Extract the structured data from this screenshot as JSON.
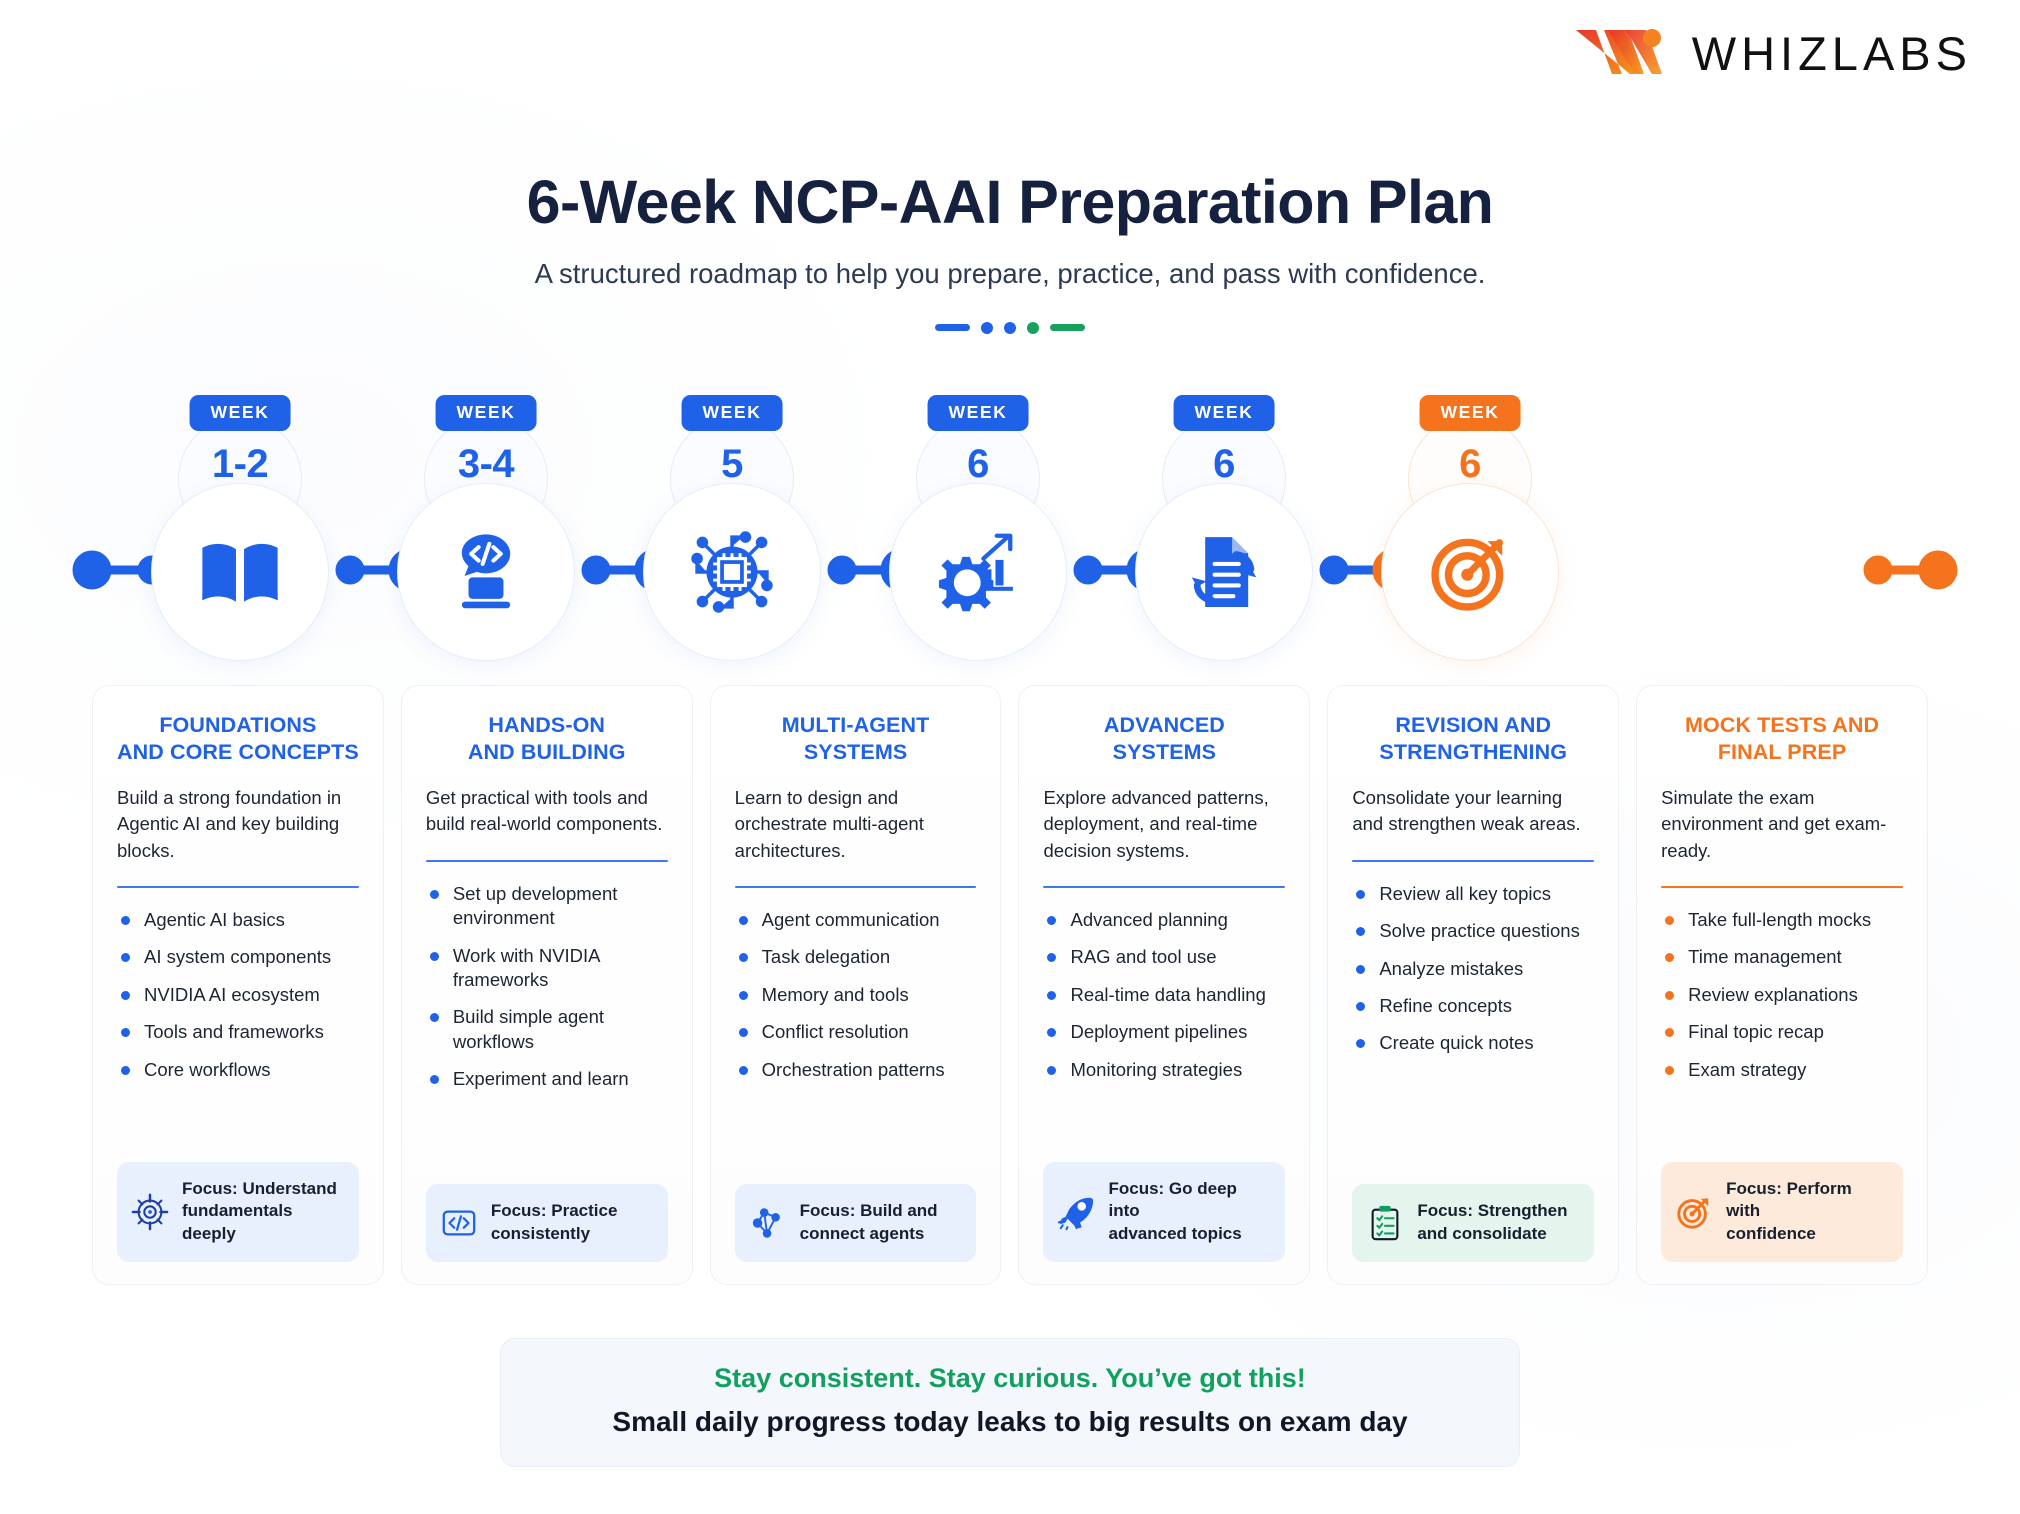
{
  "brand": {
    "name": "WHIZLABS",
    "logo_icon": "whizlabs-w-logo",
    "color_start": "#e8342a",
    "color_end": "#f79a1e"
  },
  "header": {
    "title": "6-Week NCP-AAI Preparation Plan",
    "subtitle": "A structured roadmap to help you prepare, practice, and pass with confidence.",
    "divider": {
      "dash_left_color": "#1f62e8",
      "dot1_color": "#1f62e8",
      "dot2_color": "#1f62e8",
      "dot3_color": "#17a05e",
      "dash_right_color": "#17a05e"
    }
  },
  "timeline": {
    "badge_label": "WEEK",
    "accent_blue": "#1f62e8",
    "accent_orange": "#f4731c",
    "nodes": [
      {
        "week": "1-2",
        "icon": "open-book-icon",
        "theme": "blue"
      },
      {
        "week": "3-4",
        "icon": "code-laptop-icon",
        "theme": "blue"
      },
      {
        "week": "5",
        "icon": "ai-chip-icon",
        "theme": "blue"
      },
      {
        "week": "6",
        "icon": "gear-growth-icon",
        "theme": "blue"
      },
      {
        "week": "6",
        "icon": "document-refresh-icon",
        "theme": "blue"
      },
      {
        "week": "6",
        "icon": "target-arrow-icon",
        "theme": "orange"
      }
    ]
  },
  "cards": [
    {
      "title": "FOUNDATIONS\nAND CORE CONCEPTS",
      "title_line1": "FOUNDATIONS",
      "title_line2": "AND CORE CONCEPTS",
      "description": "Build a strong foundation in Agentic AI and key building blocks.",
      "bullets": [
        "Agentic AI basics",
        "AI system components",
        "NVIDIA AI ecosystem",
        "Tools and frameworks",
        "Core workflows"
      ],
      "focus": {
        "text_line1": "Focus: Understand",
        "text_line2": "fundamentals deeply",
        "icon": "crosshair-target-icon",
        "style": "blue"
      },
      "theme": "blue"
    },
    {
      "title_line1": "HANDS-ON",
      "title_line2": "AND BUILDING",
      "description": "Get practical with tools and build real-world components.",
      "bullets": [
        "Set up development environment",
        "Work with NVIDIA frameworks",
        "Build simple agent workflows",
        "Experiment and learn"
      ],
      "focus": {
        "text_line1": "Focus: Practice",
        "text_line2": "consistently",
        "icon": "code-brackets-icon",
        "style": "blue"
      },
      "theme": "blue"
    },
    {
      "title_line1": "MULTI-AGENT",
      "title_line2": "SYSTEMS",
      "description": "Learn to design and orchestrate multi-agent architectures.",
      "bullets": [
        "Agent communication",
        "Task delegation",
        "Memory and tools",
        "Conflict resolution",
        "Orchestration patterns"
      ],
      "focus": {
        "text_line1": "Focus: Build and",
        "text_line2": "connect agents",
        "icon": "network-nodes-icon",
        "style": "blue"
      },
      "theme": "blue"
    },
    {
      "title_line1": "ADVANCED",
      "title_line2": "SYSTEMS",
      "description": "Explore advanced patterns, deployment, and real-time decision systems.",
      "bullets": [
        "Advanced planning",
        "RAG and tool use",
        "Real-time data handling",
        "Deployment pipelines",
        "Monitoring strategies"
      ],
      "focus": {
        "text_line1": "Focus: Go deep into",
        "text_line2": "advanced topics",
        "icon": "rocket-icon",
        "style": "blue"
      },
      "theme": "blue"
    },
    {
      "title_line1": "REVISION AND",
      "title_line2": "STRENGTHENING",
      "description": "Consolidate your learning and strengthen weak areas.",
      "bullets": [
        "Review all key topics",
        "Solve practice questions",
        "Analyze mistakes",
        "Refine concepts",
        "Create quick notes"
      ],
      "focus": {
        "text_line1": "Focus: Strengthen",
        "text_line2": "and consolidate",
        "icon": "clipboard-checklist-icon",
        "style": "green"
      },
      "theme": "blue"
    },
    {
      "title_line1": "MOCK TESTS AND",
      "title_line2": "FINAL PREP",
      "description": "Simulate the exam environment and get exam-ready.",
      "bullets": [
        "Take full-length mocks",
        "Time management",
        "Review explanations",
        "Final topic recap",
        "Exam strategy"
      ],
      "focus": {
        "text_line1": "Focus: Perform with",
        "text_line2": "confidence",
        "icon": "target-arrow-icon",
        "style": "peach"
      },
      "theme": "orange"
    }
  ],
  "footer": {
    "line1": "Stay consistent. Stay curious. You’ve got this!",
    "line2": "Small daily progress today leaks to big results on exam day",
    "line1_color": "#12a05f"
  }
}
